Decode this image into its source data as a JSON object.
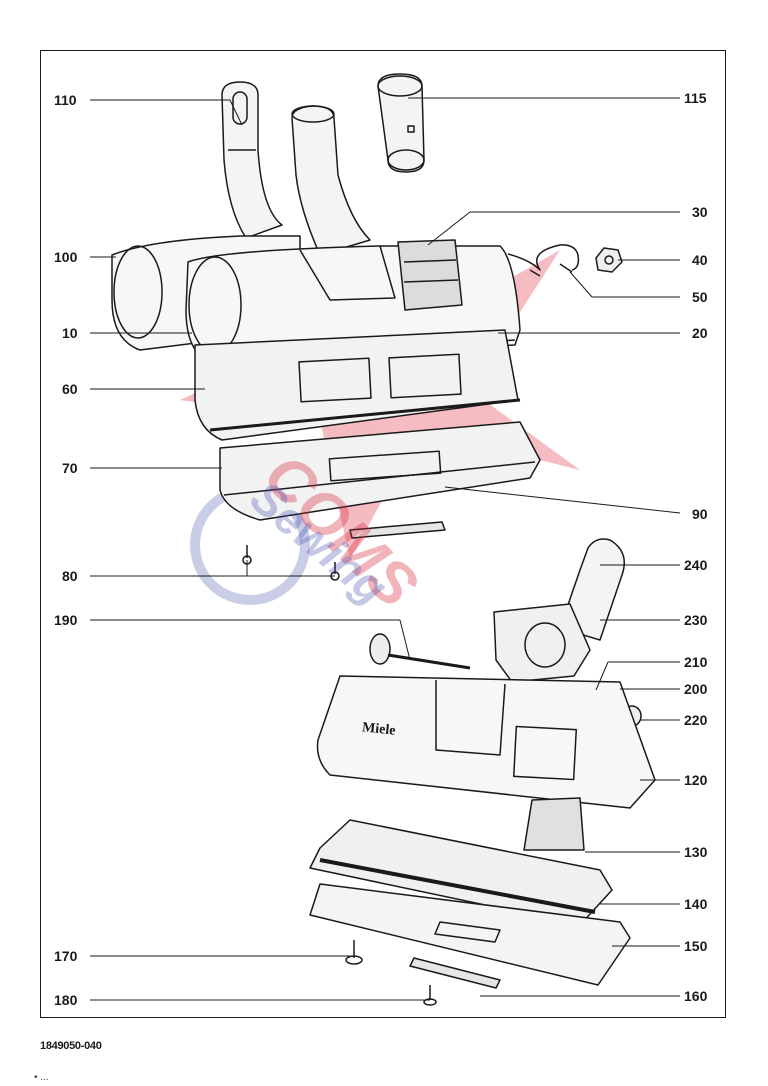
{
  "labels_left": [
    {
      "id": "110",
      "text": "110"
    },
    {
      "id": "100",
      "text": "100"
    },
    {
      "id": "10",
      "text": "10"
    },
    {
      "id": "60",
      "text": "60"
    },
    {
      "id": "70",
      "text": "70"
    },
    {
      "id": "80",
      "text": "80"
    },
    {
      "id": "190",
      "text": "190"
    },
    {
      "id": "170",
      "text": "170"
    },
    {
      "id": "180",
      "text": "180"
    }
  ],
  "labels_right": [
    {
      "id": "115",
      "text": "115"
    },
    {
      "id": "30",
      "text": "30"
    },
    {
      "id": "40",
      "text": "40"
    },
    {
      "id": "50",
      "text": "50"
    },
    {
      "id": "20",
      "text": "20"
    },
    {
      "id": "90",
      "text": "90"
    },
    {
      "id": "240",
      "text": "240"
    },
    {
      "id": "230",
      "text": "230"
    },
    {
      "id": "210",
      "text": "210"
    },
    {
      "id": "200",
      "text": "200"
    },
    {
      "id": "220",
      "text": "220"
    },
    {
      "id": "120",
      "text": "120"
    },
    {
      "id": "130",
      "text": "130"
    },
    {
      "id": "140",
      "text": "140"
    },
    {
      "id": "150",
      "text": "150"
    },
    {
      "id": "160",
      "text": "160"
    }
  ],
  "brand_on_part": "Miele",
  "doc_number": "1849050-040",
  "watermark": {
    "line1": "COMS",
    "line2": "Sewing",
    "color": "#d6283c"
  },
  "bottom_fragment": "• ..."
}
